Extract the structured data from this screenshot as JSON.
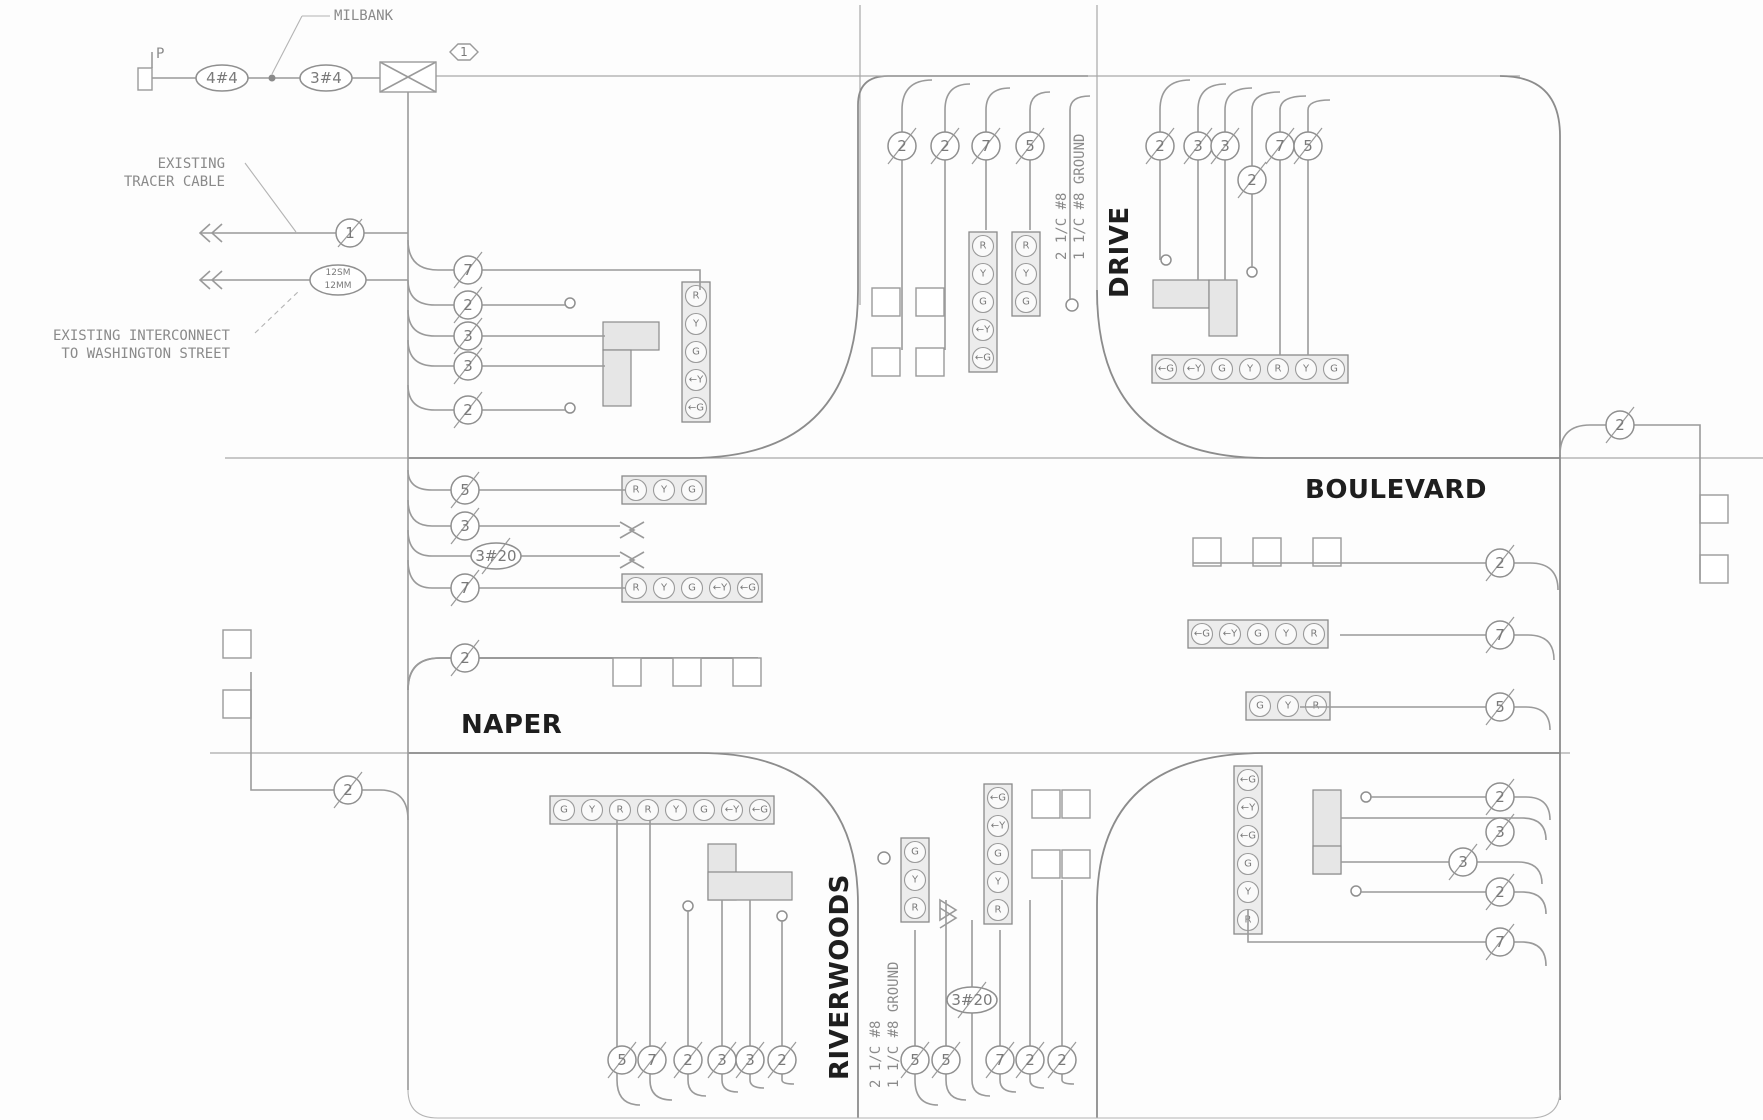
{
  "labels": {
    "milbank": "MILBANK",
    "existing_tracer_cable_1": "EXISTING",
    "existing_tracer_cable_2": "TRACER CABLE",
    "existing_interconnect_1": "EXISTING INTERCONNECT",
    "existing_interconnect_2": "TO WASHINGTON STREET",
    "north_ground_1": "2 1/C #8",
    "north_ground_2": "1 1/C #8 GROUND",
    "south_ground_1": "2 1/C #8",
    "south_ground_2": "1 1/C #8 GROUND"
  },
  "streets": {
    "drive": "DRIVE",
    "boulevard": "BOULEVARD",
    "naper": "NAPER",
    "riverwoods": "RIVERWOODS"
  },
  "service": {
    "pole_label": "P",
    "cable_a": "4#4",
    "cable_b": "3#4",
    "callout": "1",
    "tracer_count": "1",
    "interconnect_1": "12SM",
    "interconnect_2": "12MM"
  },
  "cable_counts": {
    "north": [
      "2",
      "2",
      "7",
      "5"
    ],
    "ne": [
      "2",
      "3",
      "3",
      "7",
      "5",
      "2"
    ],
    "nw": [
      "7",
      "2",
      "3",
      "3",
      "2"
    ],
    "west": [
      "5",
      "3",
      "3#20",
      "7"
    ],
    "sw_top": "2",
    "sw_left": "2",
    "south_left": [
      "5",
      "7",
      "2",
      "3",
      "3",
      "2"
    ],
    "south_right": [
      "5",
      "5",
      "3#20",
      "7",
      "2",
      "2"
    ],
    "east": [
      "2",
      "7",
      "5"
    ],
    "se": [
      "2",
      "3",
      "3",
      "2",
      "7"
    ],
    "far_east": "2"
  },
  "signal_lenses": {
    "red": "R",
    "yellow": "Y",
    "green": "G",
    "left_yellow": "←Y",
    "left_green": "←G"
  }
}
